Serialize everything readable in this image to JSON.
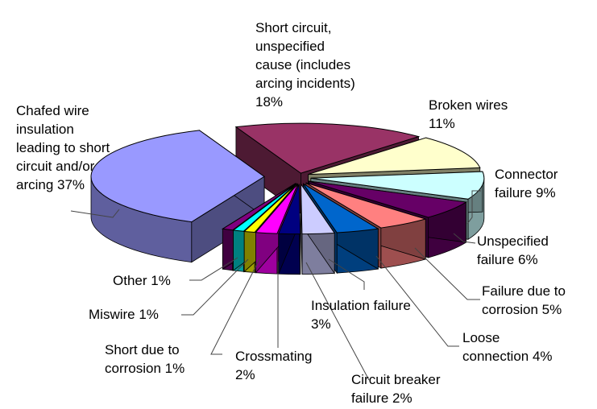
{
  "chart_data": {
    "type": "pie",
    "style": "3d-exploded",
    "legend": "none",
    "slices": [
      {
        "label": "Short circuit, unspecified cause (includes arcing incidents)",
        "value": 18,
        "color": "#993366",
        "text": [
          "Short circuit,",
          "unspecified",
          "cause (includes",
          "arcing incidents)",
          "18%"
        ]
      },
      {
        "label": "Broken wires",
        "value": 11,
        "color": "#FFFFCC",
        "text": [
          "Broken wires",
          "11%"
        ]
      },
      {
        "label": "Connector failure",
        "value": 9,
        "color": "#CCFFFF",
        "text": [
          "Connector",
          "failure  9%"
        ]
      },
      {
        "label": "Unspecified failure",
        "value": 6,
        "color": "#660066",
        "text": [
          "Unspecified",
          "failure   6%"
        ]
      },
      {
        "label": "Failure due to corrosion",
        "value": 5,
        "color": "#FF8080",
        "text": [
          "Failure due to",
          "corrosion   5%"
        ]
      },
      {
        "label": "Loose connection",
        "value": 4,
        "color": "#0066CC",
        "text": [
          "Loose",
          "connection   4%"
        ]
      },
      {
        "label": "Insulation failure",
        "value": 3,
        "color": "#CCCCFF",
        "text": [
          "Insulation failure",
          "3%"
        ]
      },
      {
        "label": "Circuit breaker failure",
        "value": 2,
        "color": "#000080",
        "text": [
          "Circuit breaker",
          "failure   2%"
        ]
      },
      {
        "label": "Crossmating",
        "value": 2,
        "color": "#FF00FF",
        "text": [
          "Crossmating",
          "2%"
        ]
      },
      {
        "label": "Short due to corrosion",
        "value": 1,
        "color": "#FFFF00",
        "text": [
          "Short due to",
          "corrosion   1%"
        ]
      },
      {
        "label": "Miswire",
        "value": 1,
        "color": "#00FFFF",
        "text": [
          "Miswire   1%"
        ]
      },
      {
        "label": "Other",
        "value": 1,
        "color": "#800080",
        "text": [
          "Other   1%"
        ]
      },
      {
        "label": "Chafed wire insulation leading to short circuit and/or arcing",
        "value": 37,
        "color": "#9999FF",
        "text": [
          "Chafed wire",
          "insulation",
          "leading to short",
          "circuit and/or",
          "arcing  37%"
        ]
      }
    ]
  }
}
